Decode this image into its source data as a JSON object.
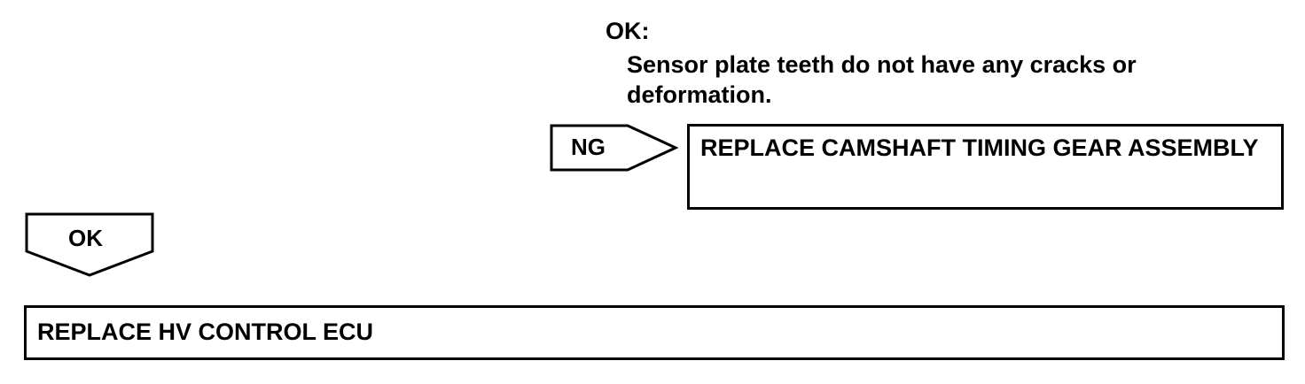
{
  "criteria": {
    "label": "OK:",
    "text": "Sensor plate teeth do not have any cracks or deformation."
  },
  "ng_branch": {
    "tag_label": "NG",
    "action": "REPLACE CAMSHAFT TIMING GEAR ASSEMBLY"
  },
  "ok_branch": {
    "tag_label": "OK",
    "action": "REPLACE HV CONTROL ECU"
  }
}
